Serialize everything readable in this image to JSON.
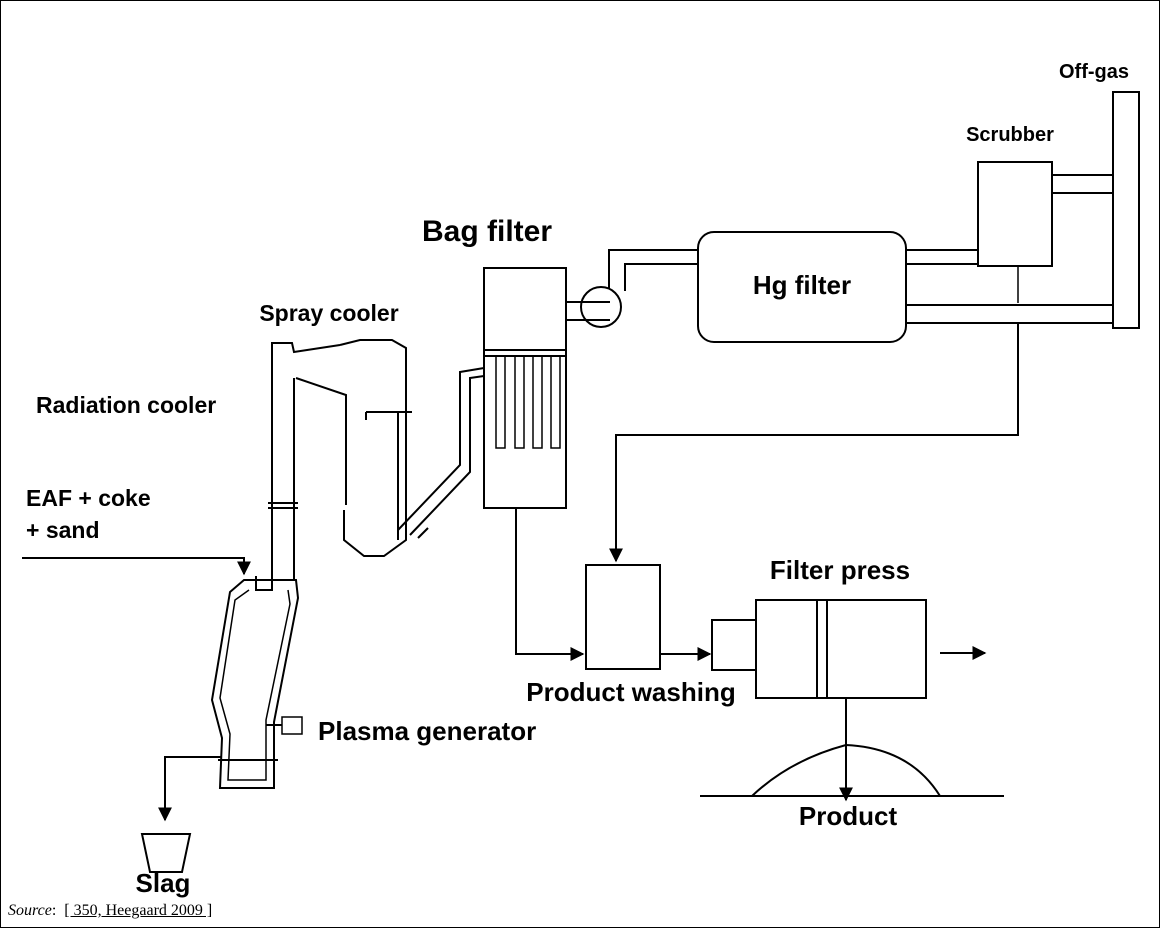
{
  "labels": {
    "off_gas": "Off-gas",
    "scrubber": "Scrubber",
    "bag_filter": "Bag filter",
    "hg_filter": "Hg filter",
    "spray_cooler": "Spray cooler",
    "radiation_cooler": "Radiation cooler",
    "feed_line1": "EAF + coke",
    "feed_line2": "+ sand",
    "filter_press": "Filter press",
    "product_washing": "Product washing",
    "plasma_generator": "Plasma generator",
    "slag": "Slag",
    "product": "Product"
  },
  "caption": {
    "source_label": "Source",
    "separator": ":",
    "reference": "[ 350, Heegaard 2009 ]"
  }
}
